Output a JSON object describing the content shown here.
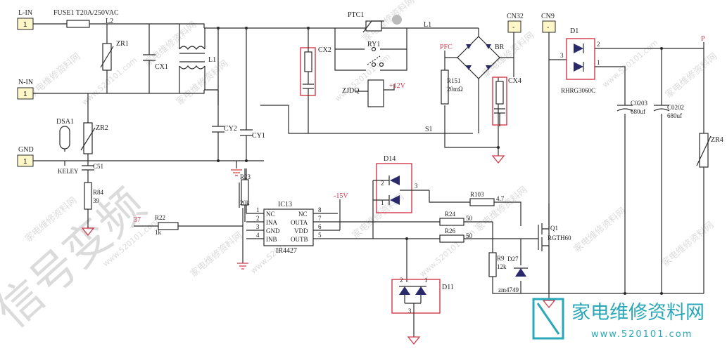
{
  "connectors": {
    "l_in": {
      "label": "L-IN",
      "pin": "1"
    },
    "n_in": {
      "label": "N-IN",
      "pin": "1"
    },
    "gnd": {
      "label": "GND",
      "pin": "1"
    },
    "cn32": {
      "label": "CN32",
      "pin": "-"
    },
    "cn9": {
      "label": "CN9",
      "pin": "-"
    }
  },
  "labels": {
    "fuse": "FUSE1 T20A/250VAC",
    "l2": "L2",
    "zr1": "ZR1",
    "cx1": "CX1",
    "l1_coil": "L1",
    "ptc1": "PTC1",
    "l1_net": "L1",
    "ry1": "RY1",
    "zjdq": "ZJDQ",
    "plus12v": "+12V",
    "cx2": "CX2",
    "pfc": "PFC",
    "r151": "R151",
    "r151_val": "20mΩ",
    "br": "BR",
    "cx4": "CX4",
    "d1": "D1",
    "d1_part": "RHRG3060C",
    "d1_pin2": "2",
    "d1_pin1": "1",
    "d1_pin3": "3",
    "p_net": "P",
    "c0203": "C0203",
    "c0203_val": "680uf",
    "c0202": "C0202",
    "c0202_val": "680uf",
    "zr4": "ZR4",
    "cy2": "CY2",
    "cy1": "CY1",
    "s1": "S1",
    "dsa1": "DSA1",
    "keley": "KELEY",
    "zr2": "ZR2",
    "c51": "C51",
    "r84": "R84",
    "r84_val": "39",
    "r23": "R23",
    "r23_val": "20k",
    "ic13": "IC13",
    "ic13_part": "IR4427",
    "minus15v": "-15V",
    "d14": "D14",
    "d14_pin2": "2",
    "d14_pin1": "1",
    "d14_pin3": "3",
    "r103": "R103",
    "r103_val": "4.7",
    "net37": "37",
    "r22": "R22",
    "r22_val": "1k",
    "r24": "R24",
    "r24_val": "50",
    "r26": "R26",
    "r26_val": "50",
    "q1": "Q1",
    "q1_part": "RGTH60",
    "r9": "R9",
    "r9_val": "12k",
    "d27": "D27",
    "d27_part": "zm4749",
    "d11": "D11",
    "d11_pin2": "2",
    "d11_pin1": "1",
    "d11_pin3": "3"
  },
  "ic_pins": {
    "left": [
      {
        "num": "1",
        "name": "NC"
      },
      {
        "num": "2",
        "name": "INA"
      },
      {
        "num": "3",
        "name": "GND"
      },
      {
        "num": "4",
        "name": "INB"
      }
    ],
    "right": [
      {
        "num": "8",
        "name": "NC"
      },
      {
        "num": "7",
        "name": "OUTA"
      },
      {
        "num": "6",
        "name": "VDD"
      },
      {
        "num": "5",
        "name": "OUTB"
      }
    ]
  },
  "watermark": {
    "site_cn": "家电维修资料网",
    "site_url": "www.520101.com",
    "site_num": "520101",
    "big_cn": "信号变频",
    "brand_cn": "家电维修资料网",
    "brand_url": "www.520101.com"
  },
  "colors": {
    "highlight": "#d23a4a",
    "wire": "#2a2a2a",
    "connector_fill": "#fff7c8",
    "brand": "#2aa8b8"
  }
}
